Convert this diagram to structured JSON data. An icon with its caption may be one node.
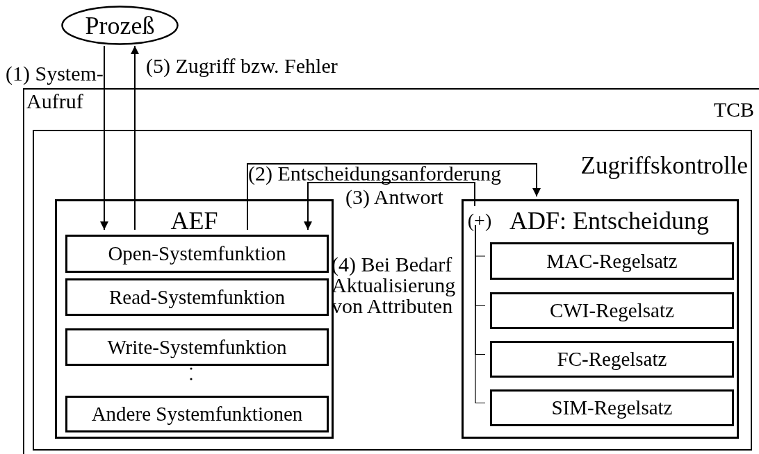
{
  "diagram": {
    "nodes": [
      {
        "text": [
          "Prozeß"
        ]
      },
      {
        "text": [
          "TCB"
        ]
      },
      {
        "text": [
          "Zugriffskontrolle"
        ],
        "in": 1
      },
      {
        "text": [
          "AEF"
        ],
        "in": 2
      },
      {
        "text": [
          "Open-Systemfunktion"
        ],
        "in": 3
      },
      {
        "text": [
          "Read-Systemfunktion"
        ],
        "in": 3
      },
      {
        "text": [
          "Write-Systemfunktion"
        ],
        "in": 3
      },
      {
        "text": [
          "Andere Systemfunktionen"
        ],
        "in": 3
      },
      {
        "text": [
          "ADF: Entscheidung"
        ],
        "in": 2
      },
      {
        "text": [
          "(+)"
        ],
        "in": 8
      },
      {
        "text": [
          "MAC-Regelsatz"
        ],
        "in": 8
      },
      {
        "text": [
          "CWI-Regelsatz"
        ],
        "in": 8
      },
      {
        "text": [
          "FC-Regelsatz"
        ],
        "in": 8
      },
      {
        "text": [
          "SIM-Regelsatz"
        ],
        "in": 8
      }
    ],
    "edges": [
      {
        "from": 0,
        "to": 4,
        "arrow": "to",
        "label": "(1) System-Aufruf"
      },
      {
        "from": 4,
        "to": 0,
        "arrow": "to",
        "label": "(5) Zugriff bzw. Fehler"
      },
      {
        "from": 4,
        "to": 8,
        "arrow": "to",
        "label": "(2) Entscheidungsanforderung"
      },
      {
        "from": 9,
        "to": 4,
        "arrow": "to",
        "label": "(3) Antwort"
      },
      {
        "from": 9,
        "to": 10,
        "arrow": "none"
      },
      {
        "from": 9,
        "to": 11,
        "arrow": "none"
      },
      {
        "from": 9,
        "to": 12,
        "arrow": "none"
      },
      {
        "from": 9,
        "to": 13,
        "arrow": "none"
      }
    ],
    "labels": [
      "(4) Bei Bedarf Aktualisierung von Attributen"
    ]
  }
}
